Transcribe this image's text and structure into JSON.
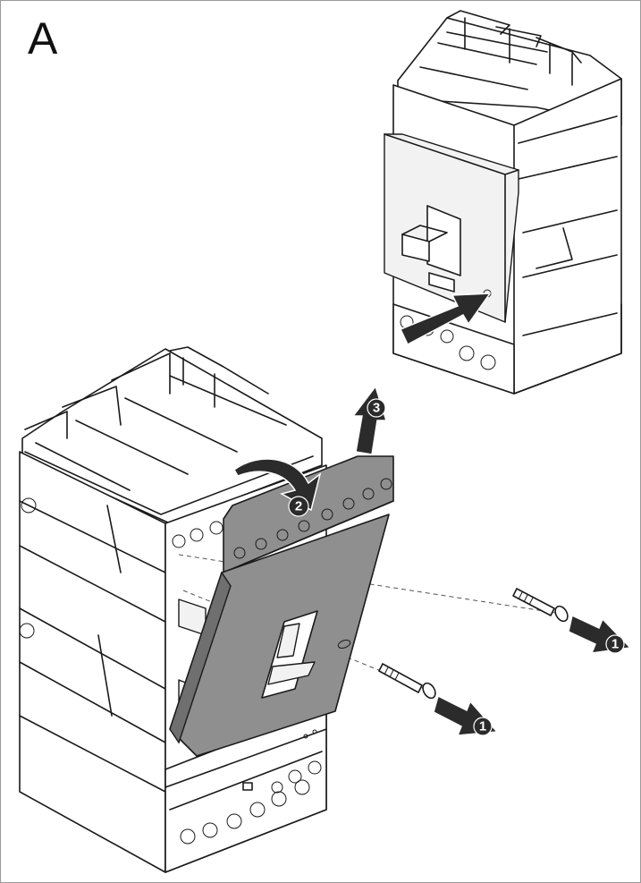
{
  "figure": {
    "panel_label": "A",
    "steps": {
      "remove_screws": "1",
      "pivot_cover": "2",
      "lift_cover": "3"
    }
  },
  "colors": {
    "cover_fill": "#8f8f8f",
    "arrow_fill": "#2b2b2b",
    "line": "#1a1a1a"
  }
}
